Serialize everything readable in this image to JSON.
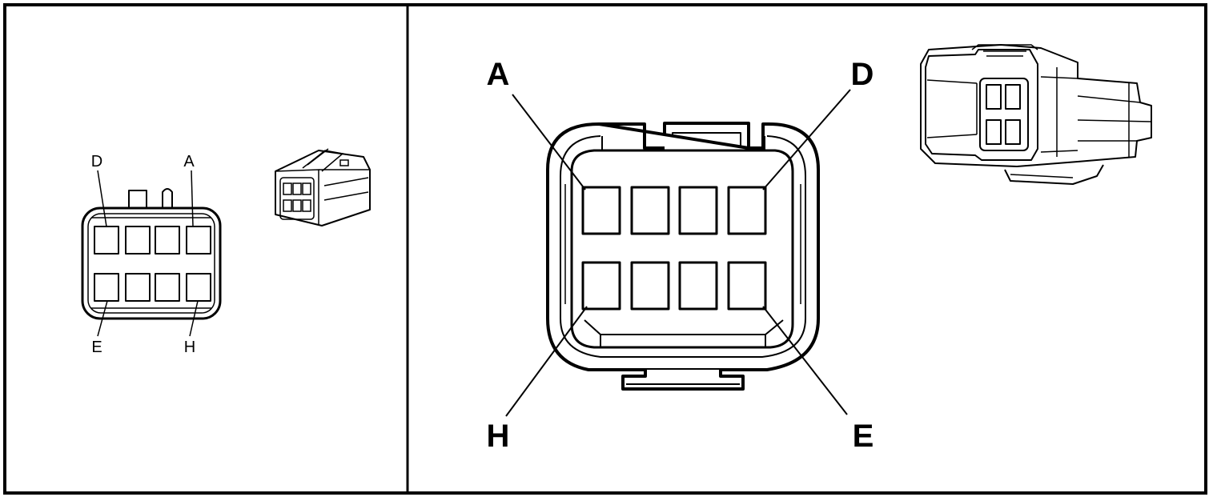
{
  "left_view": {
    "labels": {
      "top_left": "D",
      "top_right": "A",
      "bottom_left": "E",
      "bottom_right": "H"
    }
  },
  "right_view": {
    "labels": {
      "top_left": "A",
      "top_right": "D",
      "bottom_left": "H",
      "bottom_right": "E"
    }
  }
}
